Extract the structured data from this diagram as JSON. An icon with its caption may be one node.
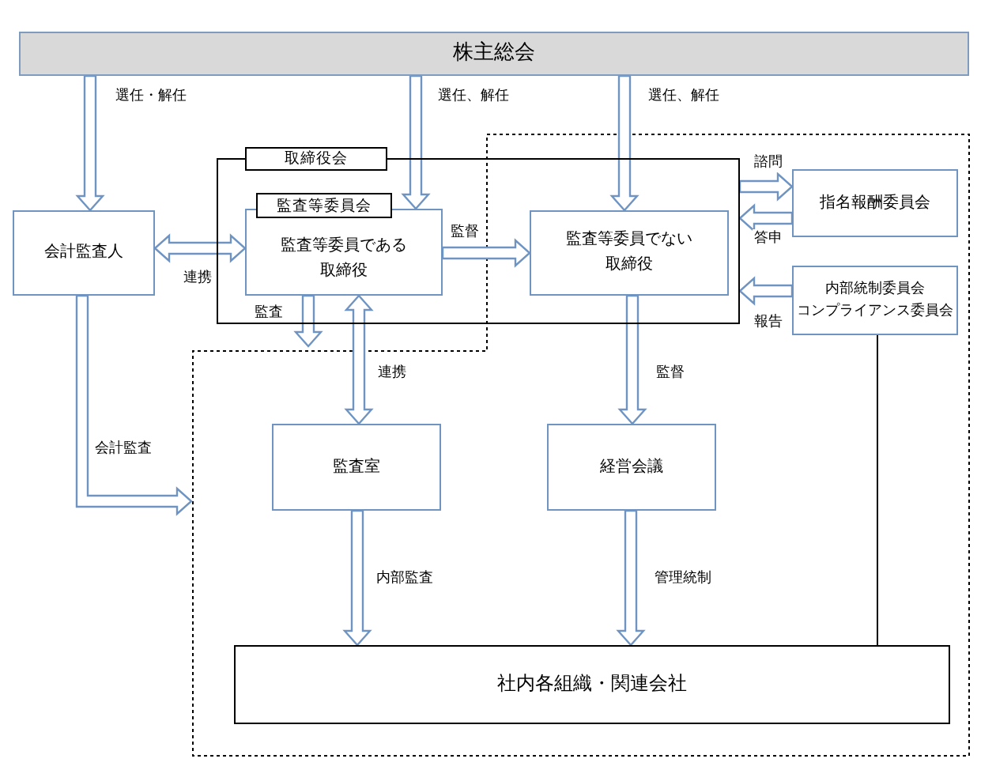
{
  "diagram": {
    "nodes": [
      {
        "text": [
          "株主総会"
        ]
      },
      {
        "text": [
          "取締役会"
        ]
      },
      {
        "text": [
          "監査等委員会",
          "監査等委員である取締役"
        ],
        "in": 1
      },
      {
        "text": [
          "監査等委員でない取締役"
        ],
        "in": 1
      },
      {
        "text": [
          "会計監査人"
        ]
      },
      {
        "text": [
          "指名報酬委員会"
        ]
      },
      {
        "text": [
          "内部統制委員会",
          "コンプライアンス委員会"
        ]
      },
      {
        "text": [
          "監査室"
        ]
      },
      {
        "text": [
          "経営会議"
        ]
      },
      {
        "text": [
          "社内各組織・関連会社"
        ]
      }
    ],
    "edges": [
      {
        "from": 0,
        "to": 4,
        "arrow": "to",
        "label": "選任・解任"
      },
      {
        "from": 0,
        "to": 2,
        "arrow": "to",
        "label": "選任、解任"
      },
      {
        "from": 0,
        "to": 3,
        "arrow": "to",
        "label": "選任、解任"
      },
      {
        "from": 4,
        "to": 2,
        "arrow": "both",
        "label": "連携"
      },
      {
        "from": 2,
        "to": 3,
        "arrow": "to",
        "label": "監督"
      },
      {
        "from": 1,
        "to": 5,
        "arrow": "to",
        "label": "諮問"
      },
      {
        "from": 5,
        "to": 1,
        "arrow": "to",
        "label": "答申"
      },
      {
        "from": 6,
        "to": 1,
        "arrow": "to",
        "label": "報告"
      },
      {
        "from": 2,
        "to": null,
        "arrow": "to",
        "label": "監査"
      },
      {
        "from": 2,
        "to": 7,
        "arrow": "both",
        "label": "連携"
      },
      {
        "from": 3,
        "to": 8,
        "arrow": "to",
        "label": "監督"
      },
      {
        "from": 4,
        "to": null,
        "arrow": "to",
        "label": "会計監査"
      },
      {
        "from": 7,
        "to": 9,
        "arrow": "to",
        "label": "内部監査"
      },
      {
        "from": 8,
        "to": 9,
        "arrow": "to",
        "label": "管理統制"
      },
      {
        "from": 6,
        "to": 9,
        "arrow": "none",
        "color": "#000000"
      }
    ]
  }
}
